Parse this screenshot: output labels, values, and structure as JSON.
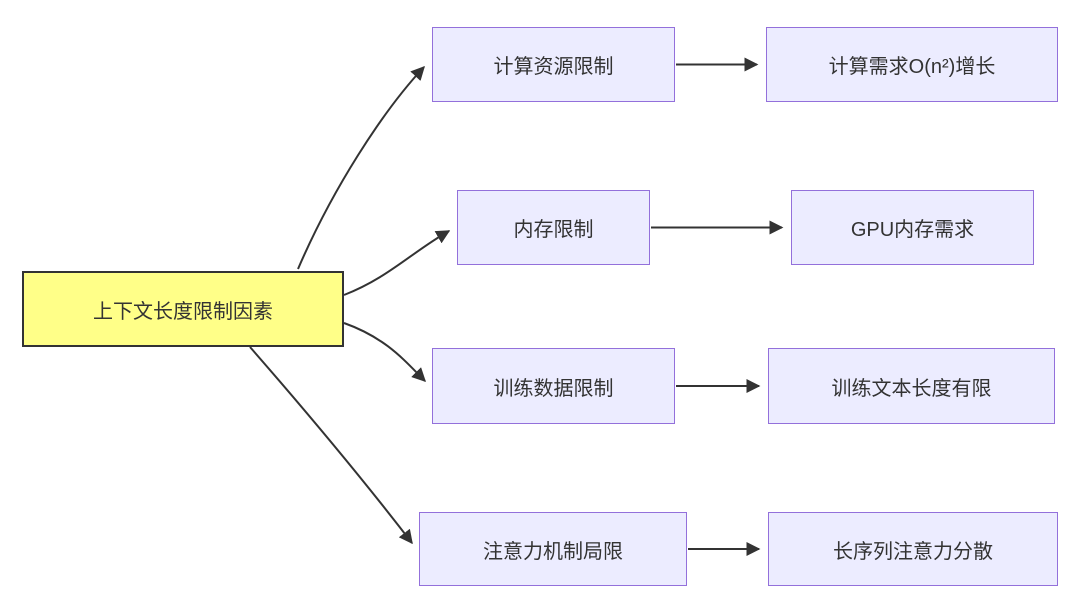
{
  "diagram": {
    "root": {
      "label": "上下文长度限制因素"
    },
    "branches": [
      {
        "cause": "计算资源限制",
        "effect": "计算需求O(n²)增长"
      },
      {
        "cause": "内存限制",
        "effect": "GPU内存需求"
      },
      {
        "cause": "训练数据限制",
        "effect": "训练文本长度有限"
      },
      {
        "cause": "注意力机制局限",
        "effect": "长序列注意力分散"
      }
    ],
    "colors": {
      "root_fill": "#FFFF88",
      "root_border": "#333333",
      "node_fill": "#ECECFF",
      "node_border": "#9370DB",
      "edge": "#333333",
      "text": "#333333"
    }
  }
}
